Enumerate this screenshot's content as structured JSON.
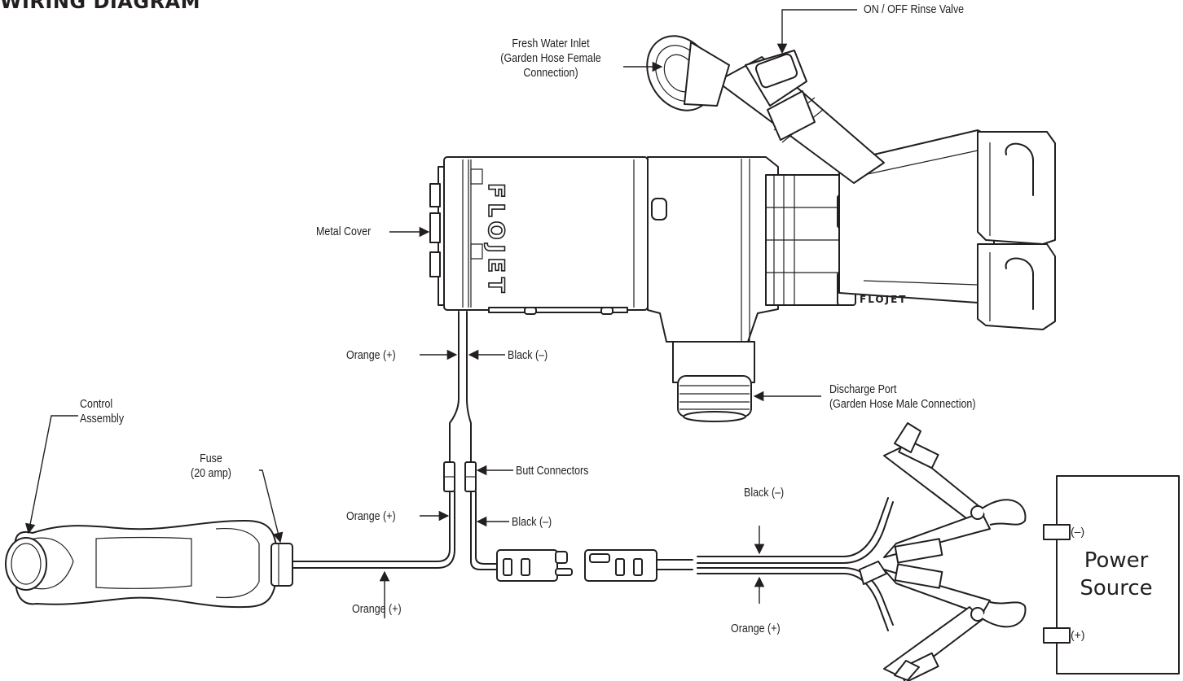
{
  "title": "WIRING DIAGRAM",
  "labels": {
    "rinse_valve": "ON / OFF Rinse Valve",
    "fresh_water_1": "Fresh Water Inlet",
    "fresh_water_2": "(Garden Hose Female",
    "fresh_water_3": "Connection)",
    "metal_cover": "Metal Cover",
    "orange_top": "Orange (+)",
    "black_top": "Black (–)",
    "discharge_1": "Discharge Port",
    "discharge_2": "(Garden Hose Male Connection)",
    "control_1": "Control",
    "control_2": "Assembly",
    "fuse_1": "Fuse",
    "fuse_2": "(20 amp)",
    "butt_connectors": "Butt Connectors",
    "orange_mid": "Orange (+)",
    "black_mid": "Black (–)",
    "orange_bottom": "Orange (+)",
    "black_clamp": "Black (–)",
    "orange_clamp": "Orange (+)",
    "power_1": "Power",
    "power_2": "Source",
    "term_neg": "(–)",
    "term_pos": "(+)"
  },
  "pump_brand": "FLOJET",
  "colors": {
    "ink": "#231f20",
    "background": "#ffffff"
  }
}
